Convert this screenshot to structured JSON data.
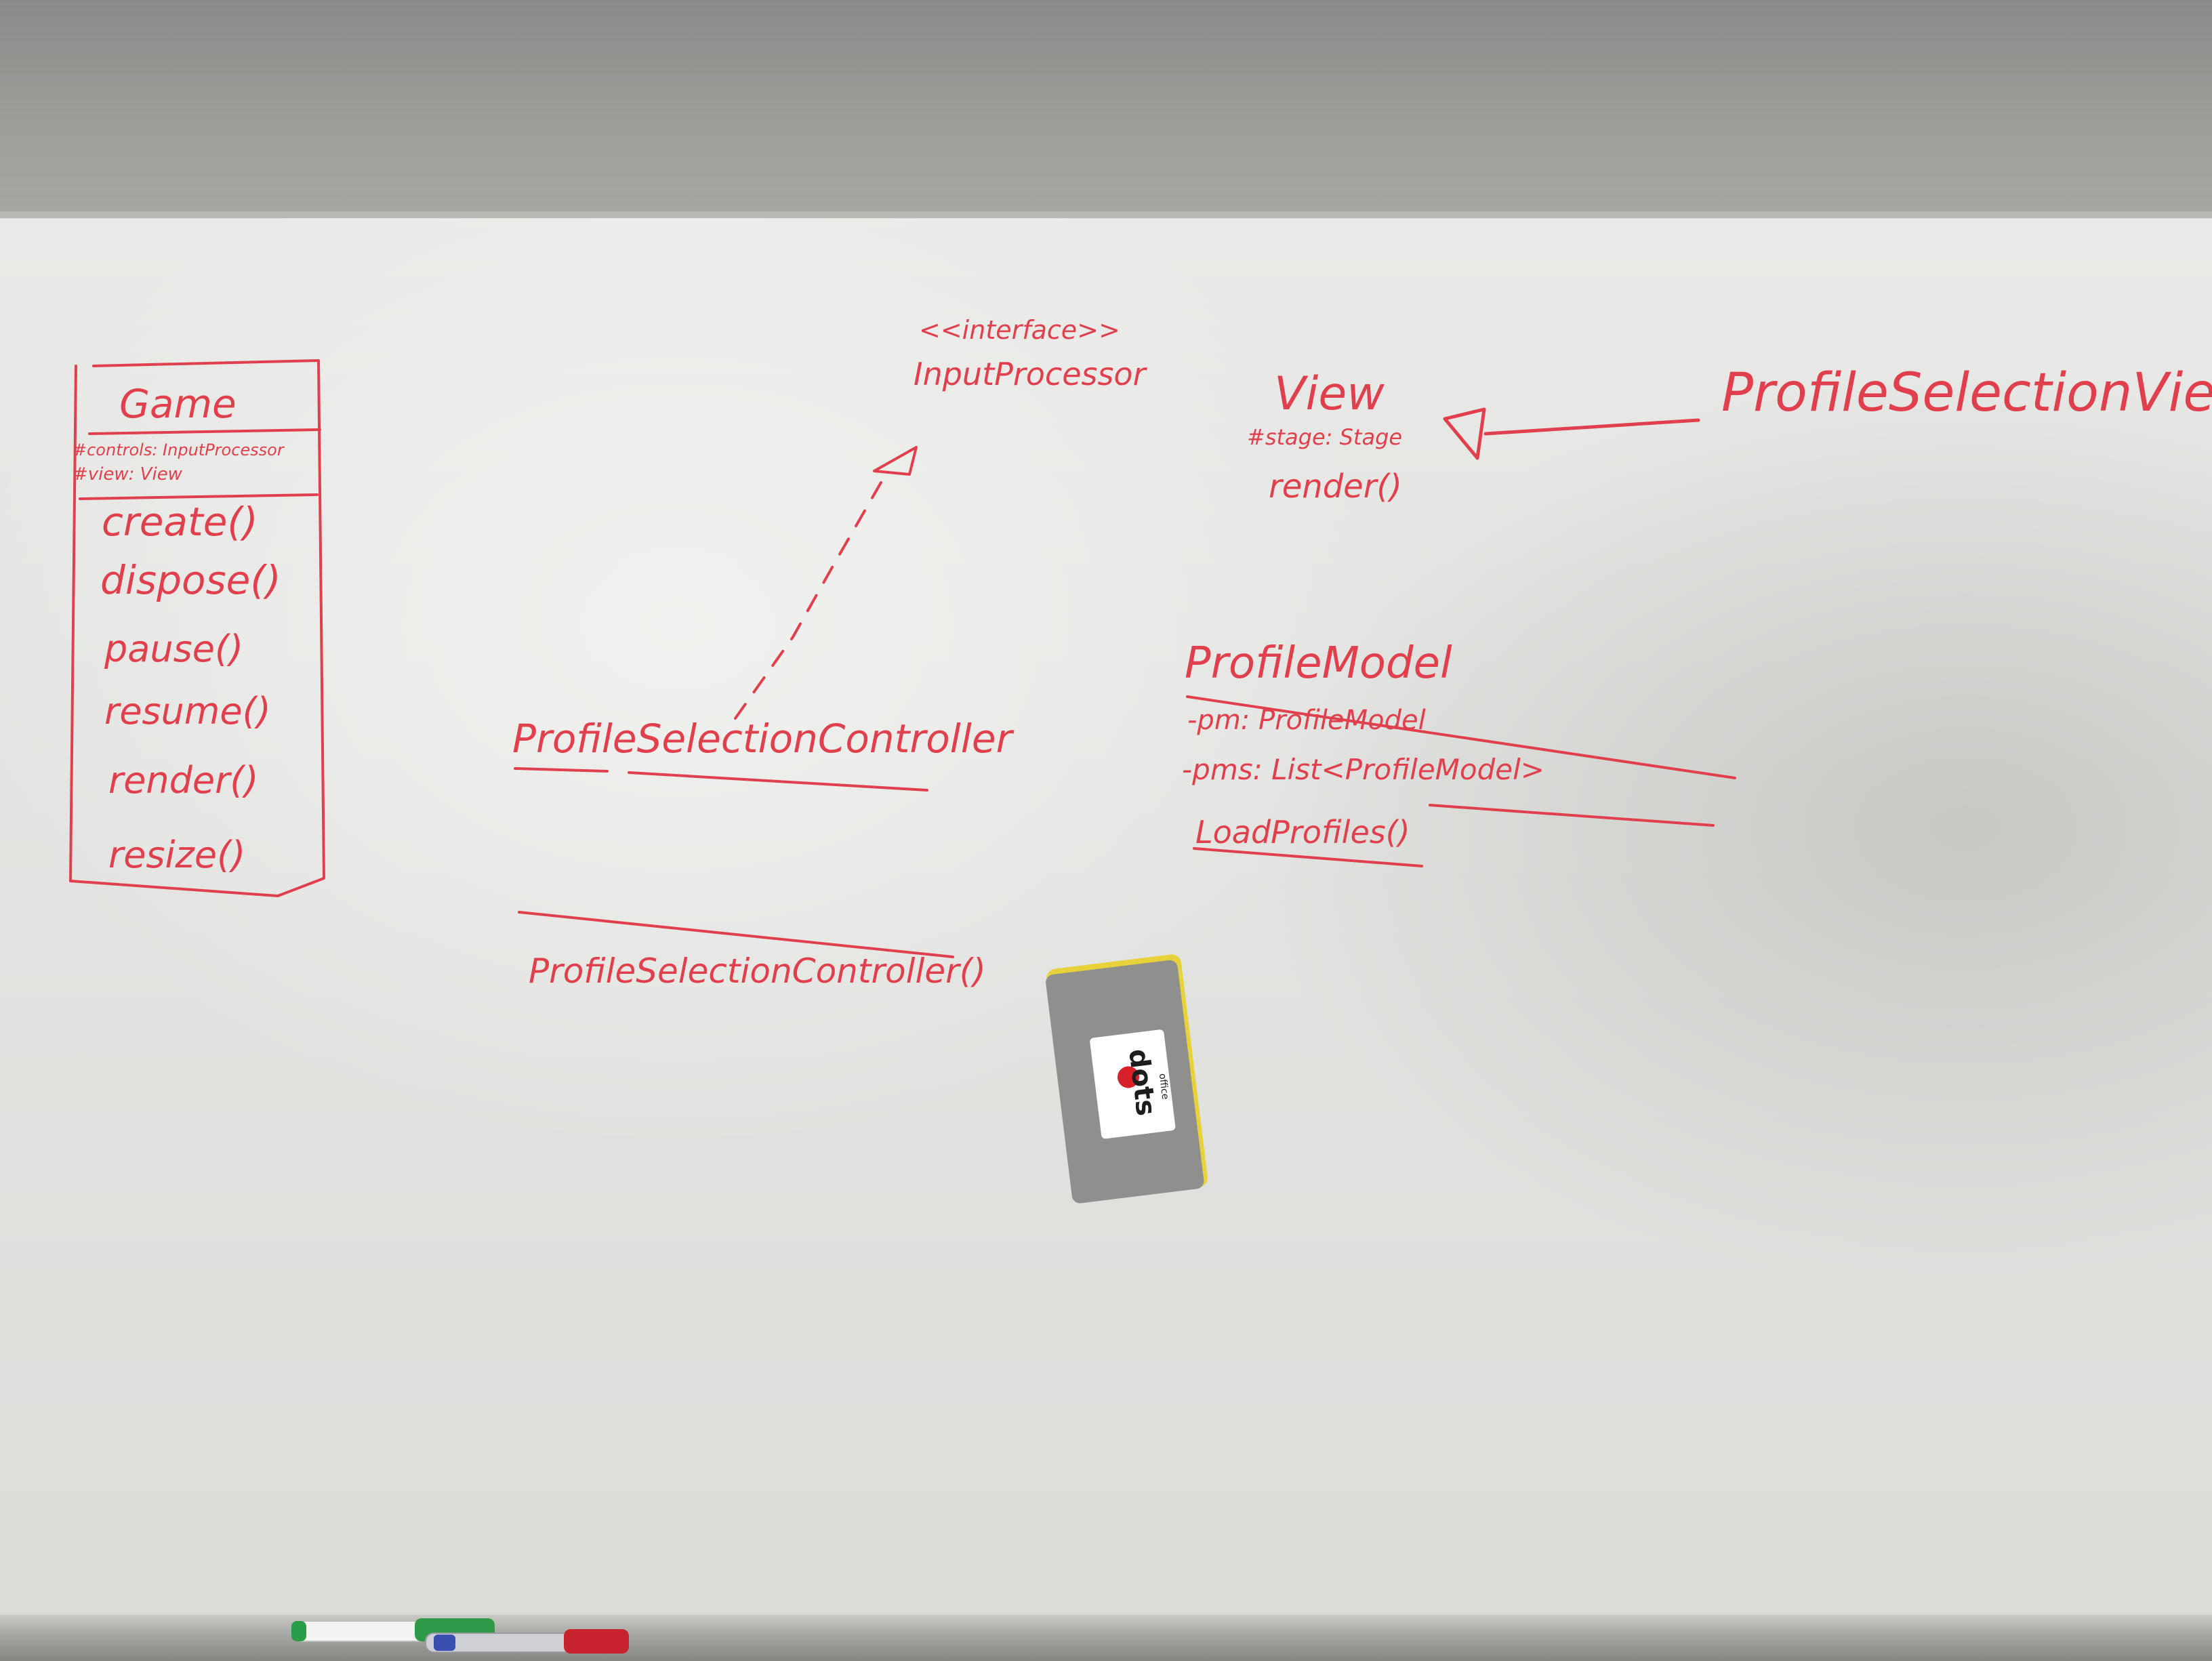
{
  "game": {
    "title": "Game",
    "attributes": [
      "#controls: InputProcessor",
      "#view: View"
    ],
    "methods": [
      "create()",
      "dispose()",
      "pause()",
      "resume()",
      "render()",
      "resize()"
    ]
  },
  "input_processor": {
    "stereotype": "<<interface>>",
    "name": "InputProcessor"
  },
  "view": {
    "name": "View",
    "attribute": "#stage: Stage",
    "method": "render()"
  },
  "profile_selection_view": {
    "name": "ProfileSelectionView"
  },
  "profile_selection_controller": {
    "name": "ProfileSelectionController",
    "method": "ProfileSelectionController()"
  },
  "profile_model": {
    "name": "ProfileModel",
    "attributes": [
      "-pm: ProfileModel",
      "-pms: List<ProfileModel>"
    ],
    "method": "LoadProfiles()"
  },
  "eraser": {
    "brand": "dots",
    "sub_label": "office"
  },
  "colors": {
    "marker_ink": "#e0404d",
    "eraser_body": "#8f8f8d",
    "eraser_felt": "#e8d23a",
    "wall": "#9d9e9a",
    "board": "#e6e7e4"
  }
}
